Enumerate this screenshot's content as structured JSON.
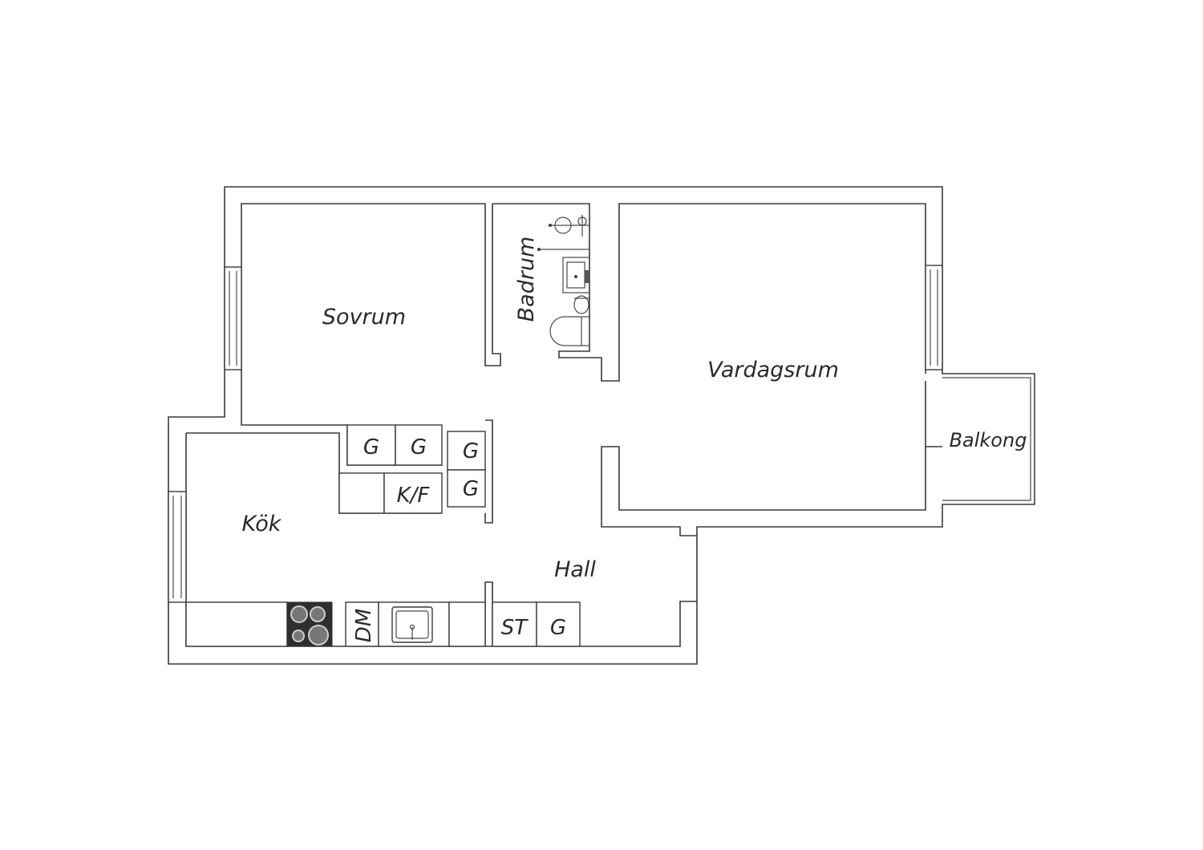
{
  "rooms": {
    "sovrum": "Sovrum",
    "badrum": "Badrum",
    "vardagsrum": "Vardagsrum",
    "balkong": "Balkong",
    "kok": "Kök",
    "hall": "Hall"
  },
  "fixtures": {
    "garderob": "G",
    "kyl_frys": "K/F",
    "diskmaskin": "DM",
    "stad": "ST"
  },
  "colors": {
    "wall": "#3a3a3a",
    "stove": "#2f2f2f",
    "background": "#ffffff"
  }
}
